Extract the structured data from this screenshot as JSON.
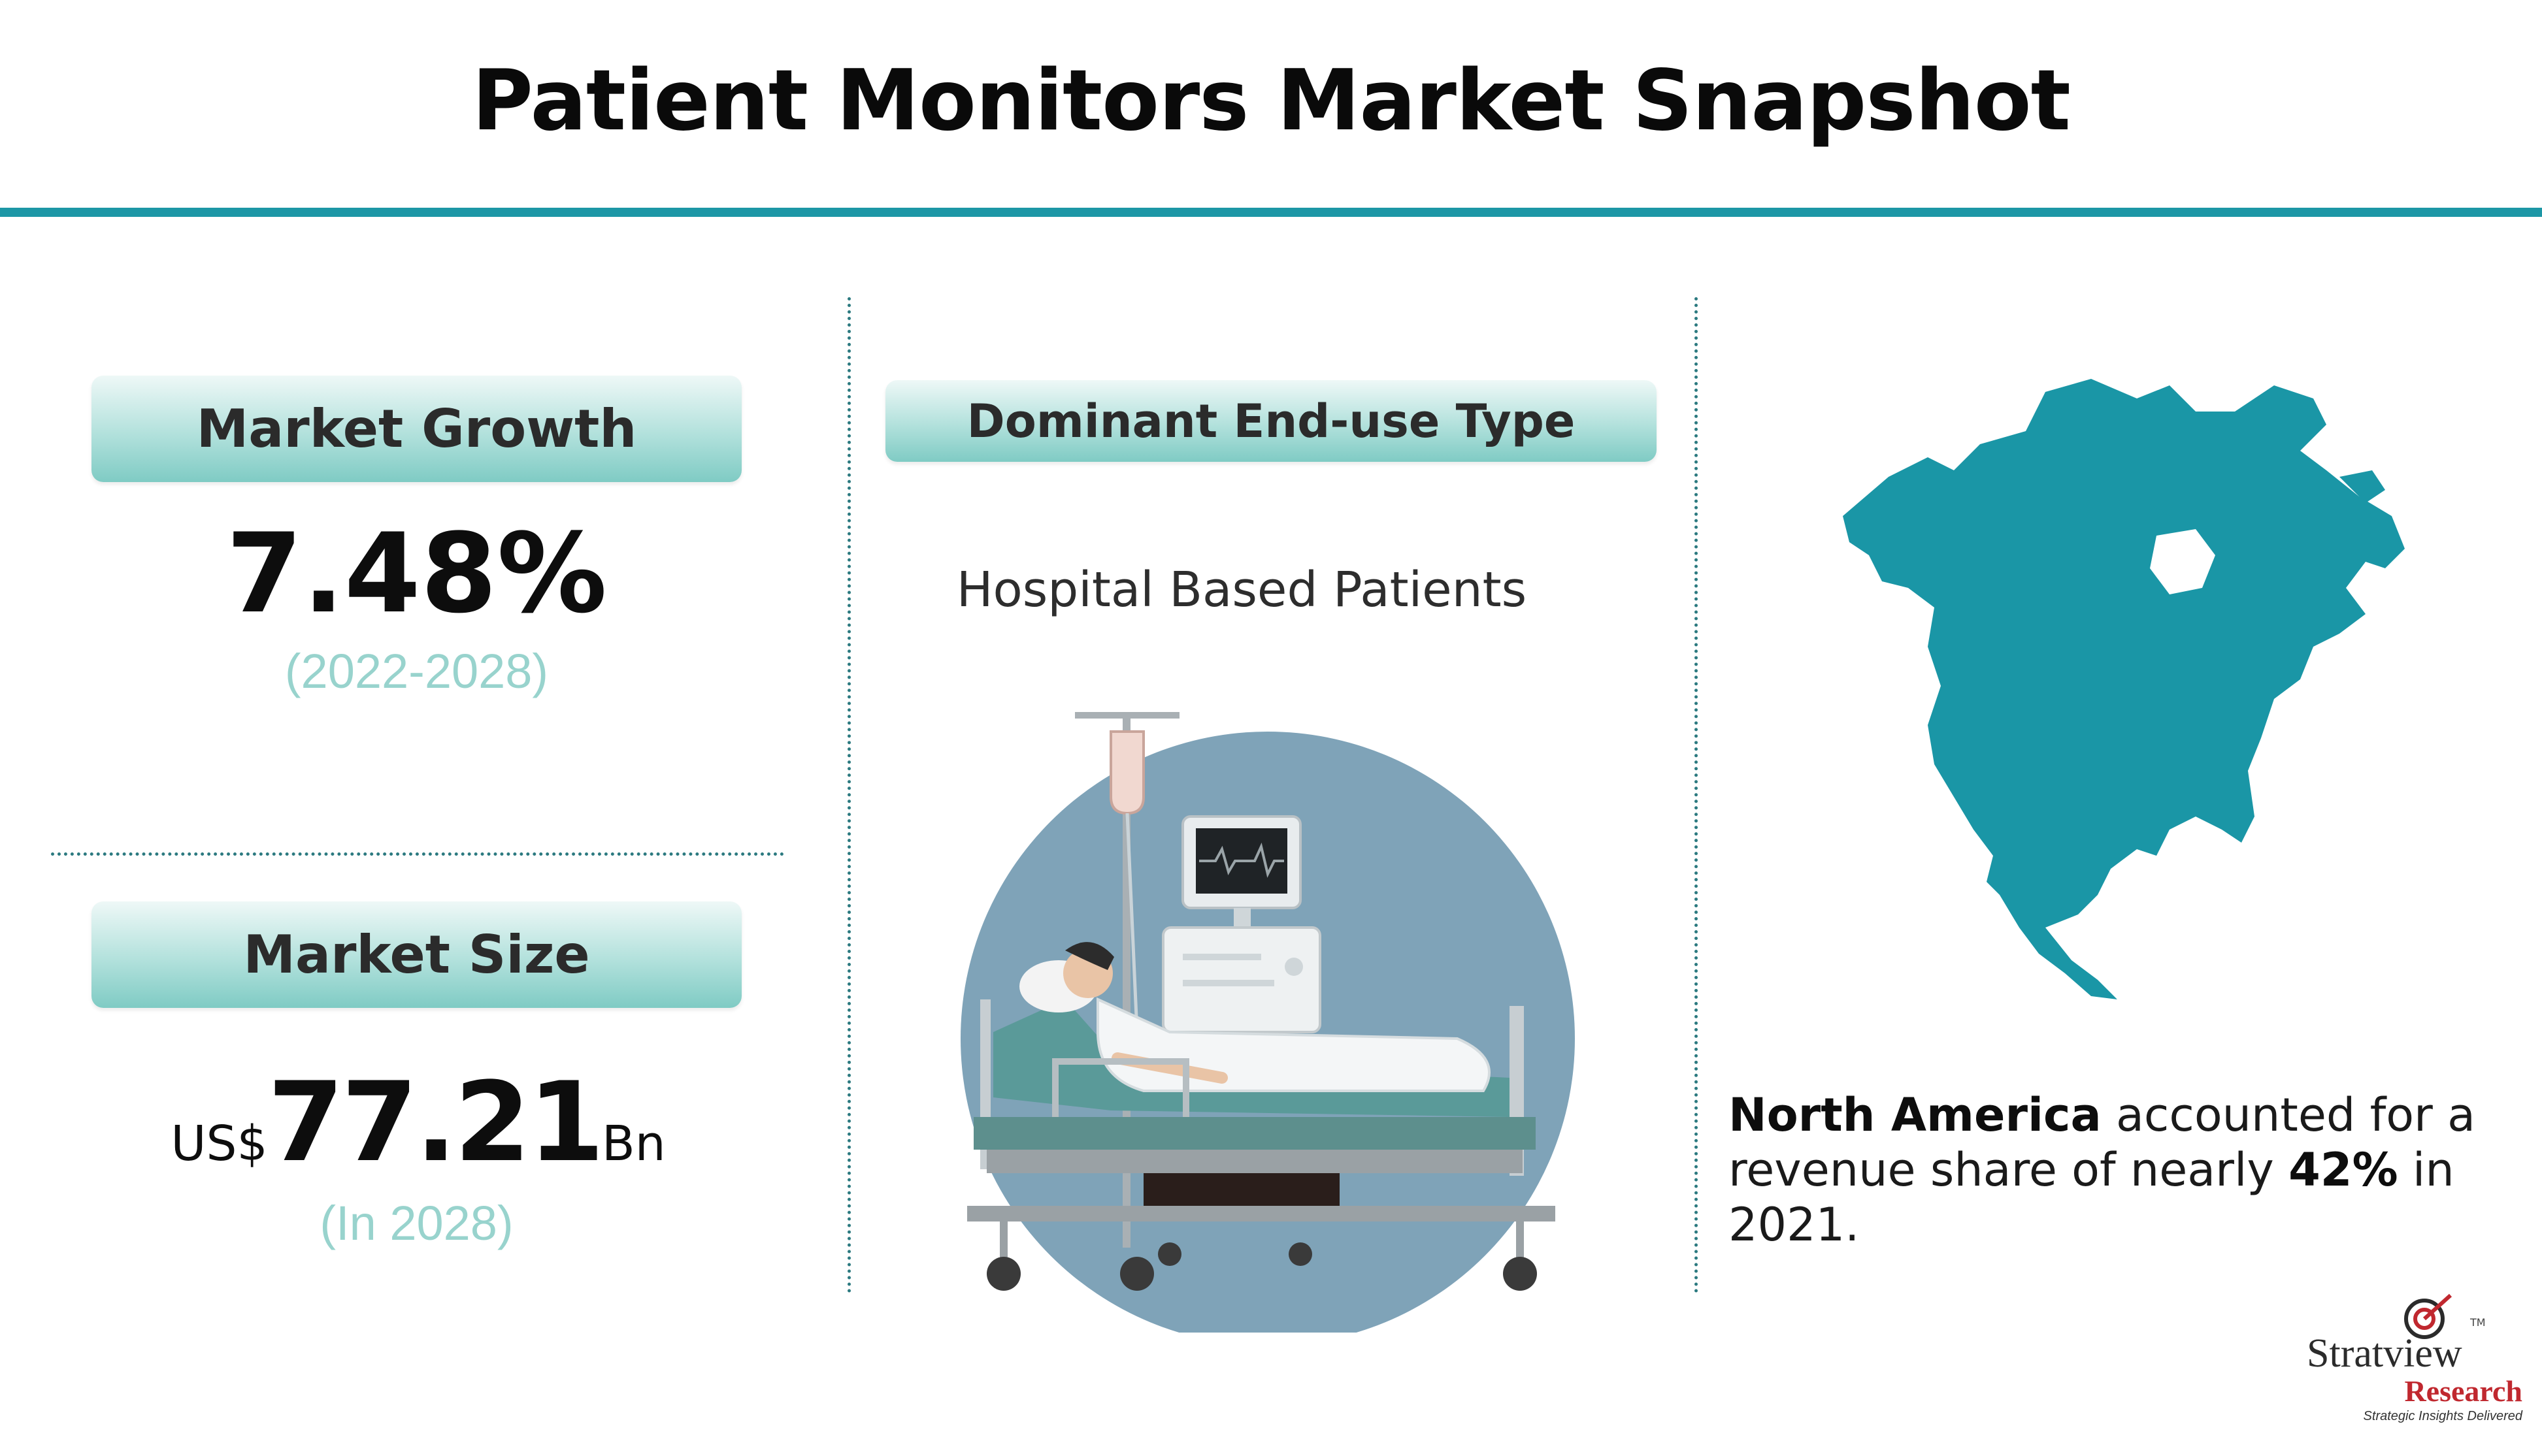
{
  "header": {
    "title": "Patient Monitors Market Snapshot"
  },
  "growth": {
    "label": "Market Growth",
    "value": "7.48%",
    "period": "(2022-2028)"
  },
  "size": {
    "label": "Market Size",
    "currency": "US$",
    "value": "77.21",
    "unit": "Bn",
    "year": "(In 2028)"
  },
  "end_use": {
    "label": "Dominant End-use Type",
    "value": "Hospital Based Patients"
  },
  "region": {
    "name": "North America",
    "text_before": " accounted for a revenue share of nearly ",
    "share": "42%",
    "text_after": " in 2021."
  },
  "logo": {
    "name": "Stratview",
    "tm": "TM",
    "research": "Research",
    "tagline": "Strategic Insights Delivered"
  },
  "colors": {
    "accent": "#1d97a6",
    "map_fill": "#1a96a6",
    "pill_top": "#eef8f7",
    "pill_bottom": "#7fcbc4",
    "note": "#98d3cd"
  },
  "icons": {
    "illustration": "hospital-bed-patient-monitor-illustration",
    "map": "north-america-map",
    "logo": "stratview-target-logo"
  }
}
